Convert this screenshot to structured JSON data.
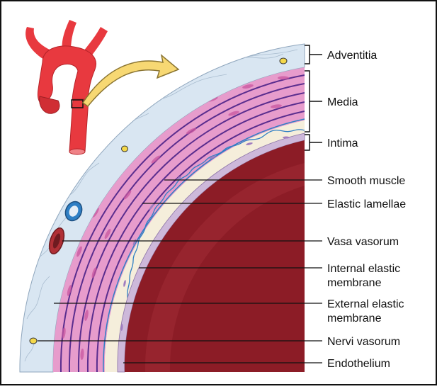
{
  "brackets": [
    {
      "key": "adventitia",
      "label": "Adventitia"
    },
    {
      "key": "media",
      "label": "Media"
    },
    {
      "key": "intima",
      "label": "Intima"
    }
  ],
  "labels": [
    {
      "key": "smooth-muscle",
      "lines": [
        "Smooth muscle"
      ]
    },
    {
      "key": "elastic-lamellae",
      "lines": [
        "Elastic lamellae"
      ]
    },
    {
      "key": "vasa-vasorum",
      "lines": [
        "Vasa vasorum"
      ]
    },
    {
      "key": "internal-elastic-membrane",
      "lines": [
        "Internal elastic",
        "membrane"
      ]
    },
    {
      "key": "external-elastic-membrane",
      "lines": [
        "External elastic",
        "membrane"
      ]
    },
    {
      "key": "nervi-vasorum",
      "lines": [
        "Nervi vasorum"
      ]
    },
    {
      "key": "endothelium",
      "lines": [
        "Endothelium"
      ]
    }
  ],
  "colors": {
    "lumen": "#8c1c26",
    "adventitia": "#d9e6f2",
    "media": "#e79ccc",
    "intima": "#f5eedb",
    "endothelium": "#cdb8da",
    "elastic": "#5a2d8e",
    "artery": "#e8393f",
    "arrow": "#f7d873"
  }
}
